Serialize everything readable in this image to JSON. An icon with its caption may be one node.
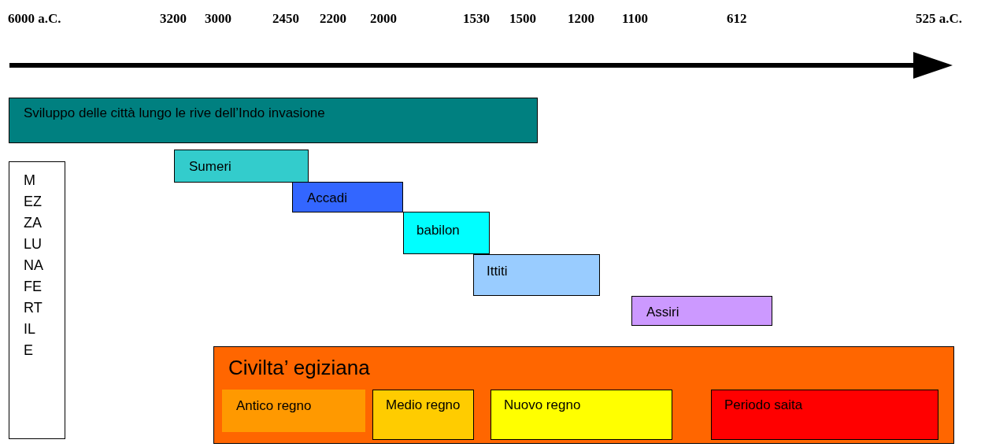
{
  "diagram": {
    "nodes": [
      {
        "text": [
          "Sviluppo delle città lungo le rive dell’Indo invasione"
        ]
      },
      {
        "text": [
          "MEZZALUNA FERTILE"
        ]
      },
      {
        "text": [
          "Sumeri"
        ]
      },
      {
        "text": [
          "Accadi"
        ]
      },
      {
        "text": [
          "babilon"
        ]
      },
      {
        "text": [
          "Ittiti"
        ]
      },
      {
        "text": [
          "Assiri"
        ]
      },
      {
        "text": [
          "Civilta’ egiziana"
        ]
      },
      {
        "text": [
          "Antico regno"
        ],
        "in": 7
      },
      {
        "text": [
          "Medio regno"
        ],
        "in": 7
      },
      {
        "text": [
          "Nuovo regno"
        ],
        "in": 7
      },
      {
        "text": [
          "Periodo saita"
        ],
        "in": 7
      }
    ],
    "edges": [],
    "labels": [
      "6000 a.C.",
      "3200",
      "3000",
      "2450",
      "2200",
      "2000",
      "1530",
      "1500",
      "1200",
      "1100",
      "612",
      "525 a.C."
    ]
  }
}
